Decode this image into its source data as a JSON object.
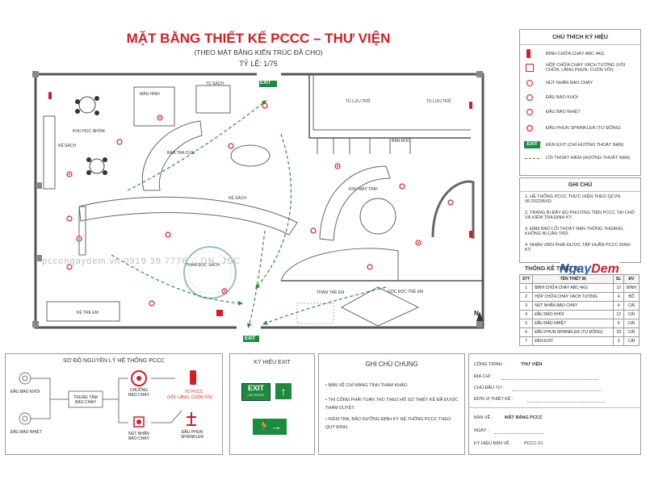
{
  "title": "MẶT BẰNG THIẾT KẾ PCCC – THƯ VIỆN",
  "subtitle": "(THEO MẶT BẰNG KIẾN TRÚC ĐÃ CHO)",
  "scale": "TỶ LỆ: 1/75",
  "rooms": {
    "man_hinh": "MÀN HÌNH",
    "tu_sach": "TỦ SÁCH",
    "khu_hoc_nhom": "KHU HỌC NHÓM",
    "ke_sach_left": "KỆ SÁCH",
    "ban_tra_cuu": "BÀN TRA CỨU",
    "ke_sach_mid": "KỆ SÁCH",
    "tham_doc_sach": "THẢM ĐỌC SÁCH",
    "ke_tre_em": "KỆ TRẺ EM",
    "tham_tre_em": "THẢM TRẺ EM",
    "goc_doc_tre_em": "GÓC ĐỌC TRẺ EM",
    "tu_luu_tru_1": "TỦ LƯU TRỮ",
    "tu_luu_tru_2": "TỦ LƯU TRỮ",
    "ban_doc": "BÀN ĐỌC",
    "khu_may_tinh": "KHU MÁY TÍNH"
  },
  "exit_top": "EXIT",
  "exit_bottom": "EXIT",
  "watermark": "pccongaydem.vn   0919 39 7776   …DN, JSC",
  "north": "N",
  "legend": {
    "heading": "CHÚ THÍCH KÝ HIỆU",
    "items": [
      "BÌNH CHỮA CHÁY ABC 4KG",
      "HỘP CHỮA CHÁY VÁCH TƯỜNG (VÒI CHỮA, LĂNG PHUN, CUỘN VÒI)",
      "NÚT NHẤN BÁO CHÁY",
      "ĐẦU BÁO KHÓI",
      "ĐẦU BÁO NHIỆT",
      "ĐẦU PHUN SPRINKLER (TỰ ĐỘNG)",
      "ĐÈN EXIT (CHỈ HƯỚNG THOÁT NẠN)",
      "LỐI THOÁT HIỂM (HƯỚNG THOÁT NẠN)"
    ],
    "exit_icon": "EXIT"
  },
  "notes": {
    "heading": "GHI CHÚ",
    "items": [
      "1. HỆ THỐNG PCCC THỰC HIỆN THEO QCVN 06:2022/BXD.",
      "2. TRANG BỊ ĐẦY ĐỦ PHƯƠNG TIỆN PCCC TẠI CHỖ VÀ KIỂM TRA ĐỊNH KỲ.",
      "3. ĐẢM BẢO LỐI THOÁT NẠN THÔNG THOÁNG, KHÔNG BỊ CẢN TRỞ.",
      "4. NHÂN VIÊN PHẢI ĐƯỢC TẬP HUẤN PCCC ĐỊNH KỲ."
    ]
  },
  "brand": {
    "part1": "Ngay",
    "part2": "Dem"
  },
  "stats": {
    "heading": "THỐNG KÊ THIẾT BỊ",
    "columns": [
      "STT",
      "TÊN THIẾT BỊ",
      "SL",
      "ĐV"
    ],
    "rows": [
      [
        "1",
        "BÌNH CHỮA CHÁY ABC 4KG",
        "10",
        "BÌNH"
      ],
      [
        "2",
        "HỘP CHỮA CHÁY VÁCH TƯỜNG",
        "4",
        "BỘ"
      ],
      [
        "3",
        "NÚT NHẤN BÁO CHÁY",
        "4",
        "CÁI"
      ],
      [
        "4",
        "ĐẦU BÁO KHÓI",
        "12",
        "CÁI"
      ],
      [
        "5",
        "ĐẦU BÁO NHIỆT",
        "6",
        "CÁI"
      ],
      [
        "6",
        "ĐẦU PHUN SPRINKLER (TỰ ĐỘNG)",
        "18",
        "CÁI"
      ],
      [
        "7",
        "ĐÈN EXIT",
        "3",
        "CÁI"
      ]
    ]
  },
  "schematic": {
    "heading": "SƠ ĐỒ NGUYÊN LÝ HỆ THỐNG PCCC",
    "dau_bao_khoi": "ĐẦU BÁO KHÓI",
    "dau_bao_nhiet": "ĐẦU BÁO NHIỆT",
    "trung_tam": "TRUNG TÂM BÁO CHÁY",
    "chuong": "CHUÔNG BÁO CHÁY",
    "nut_nhan": "NÚT NHẤN BÁO CHÁY",
    "tu_pccc": "TỦ PCCC",
    "tu_pccc_sub": "(VÒI, LĂNG, CUỘN VÒI)",
    "dau_phun": "ĐẦU PHUN SPRINKLER"
  },
  "exit_sign": {
    "heading": "KÝ HIỆU EXIT",
    "exit": "EXIT",
    "loi_thoat": "LỐI THOÁT"
  },
  "general_notes": {
    "heading": "GHI CHÚ CHUNG",
    "items": [
      "BẢN VẼ CHỈ MANG TÍNH THAM KHẢO.",
      "THI CÔNG PHẢI TUÂN THỦ THEO HỒ SƠ THIẾT KẾ ĐÃ ĐƯỢC THẨM DUYỆT.",
      "KIỂM TRA, BẢO DƯỠNG ĐỊNH KỲ HỆ THỐNG PCCC THEO QUY ĐỊNH."
    ]
  },
  "title_block": {
    "cong_trinh_label": "CÔNG TRÌNH :",
    "cong_trinh_value": "THƯ VIỆN",
    "dia_chi_label": "ĐỊA CHỈ :",
    "chu_dau_tu_label": "CHỦ ĐẦU TƯ :",
    "don_vi_label": "ĐƠN VỊ THIẾT KẾ :",
    "ban_ve_label": "BẢN VẼ :",
    "ban_ve_value": "MẶT BẰNG PCCC",
    "ngay_label": "NGÀY :",
    "ky_hieu_label": "KÝ HIỆU BẢN VẼ :",
    "ky_hieu_value": "PCCC-01"
  }
}
